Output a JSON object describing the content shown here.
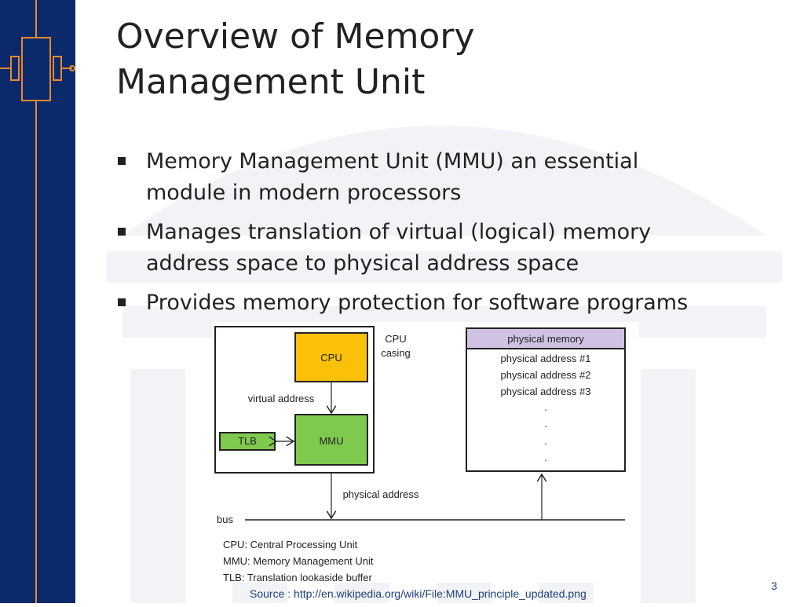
{
  "slide": {
    "title_line1": "Overview of Memory",
    "title_line2": "Management Unit",
    "bullets": [
      {
        "line1": "Memory Management Unit (MMU) an essential",
        "line2": "module in modern processors"
      },
      {
        "line1": "Manages translation of virtual (logical) memory",
        "line2": "address space to physical address space"
      },
      {
        "line1": "Provides memory protection for software programs",
        "line2": ""
      }
    ],
    "source": "Source : http://en.wikipedia.org/wiki/File:MMU_principle_updated.png",
    "page_number": "3"
  },
  "diagram": {
    "cpu_casing_line1": "CPU",
    "cpu_casing_line2": "casing",
    "cpu": "CPU",
    "virtual_address": "virtual address",
    "tlb": "TLB",
    "mmu": "MMU",
    "physical_memory": "physical memory",
    "addresses": [
      "physical address #1",
      "physical address #2",
      "physical address #3"
    ],
    "dot": ".",
    "physical_address": "physical address",
    "bus": "bus",
    "legend": [
      "CPU: Central Processing Unit",
      "MMU: Memory Management Unit",
      "TLB: Translation lookaside buffer"
    ],
    "colors": {
      "cpu": "#fbc009",
      "mmu": "#7fc94f",
      "tlb": "#7fc94f",
      "physical_memory_header": "#cfc2e3"
    }
  },
  "theme": {
    "left_band": "#0b2a6b",
    "circuit_line": "#e8892c"
  }
}
